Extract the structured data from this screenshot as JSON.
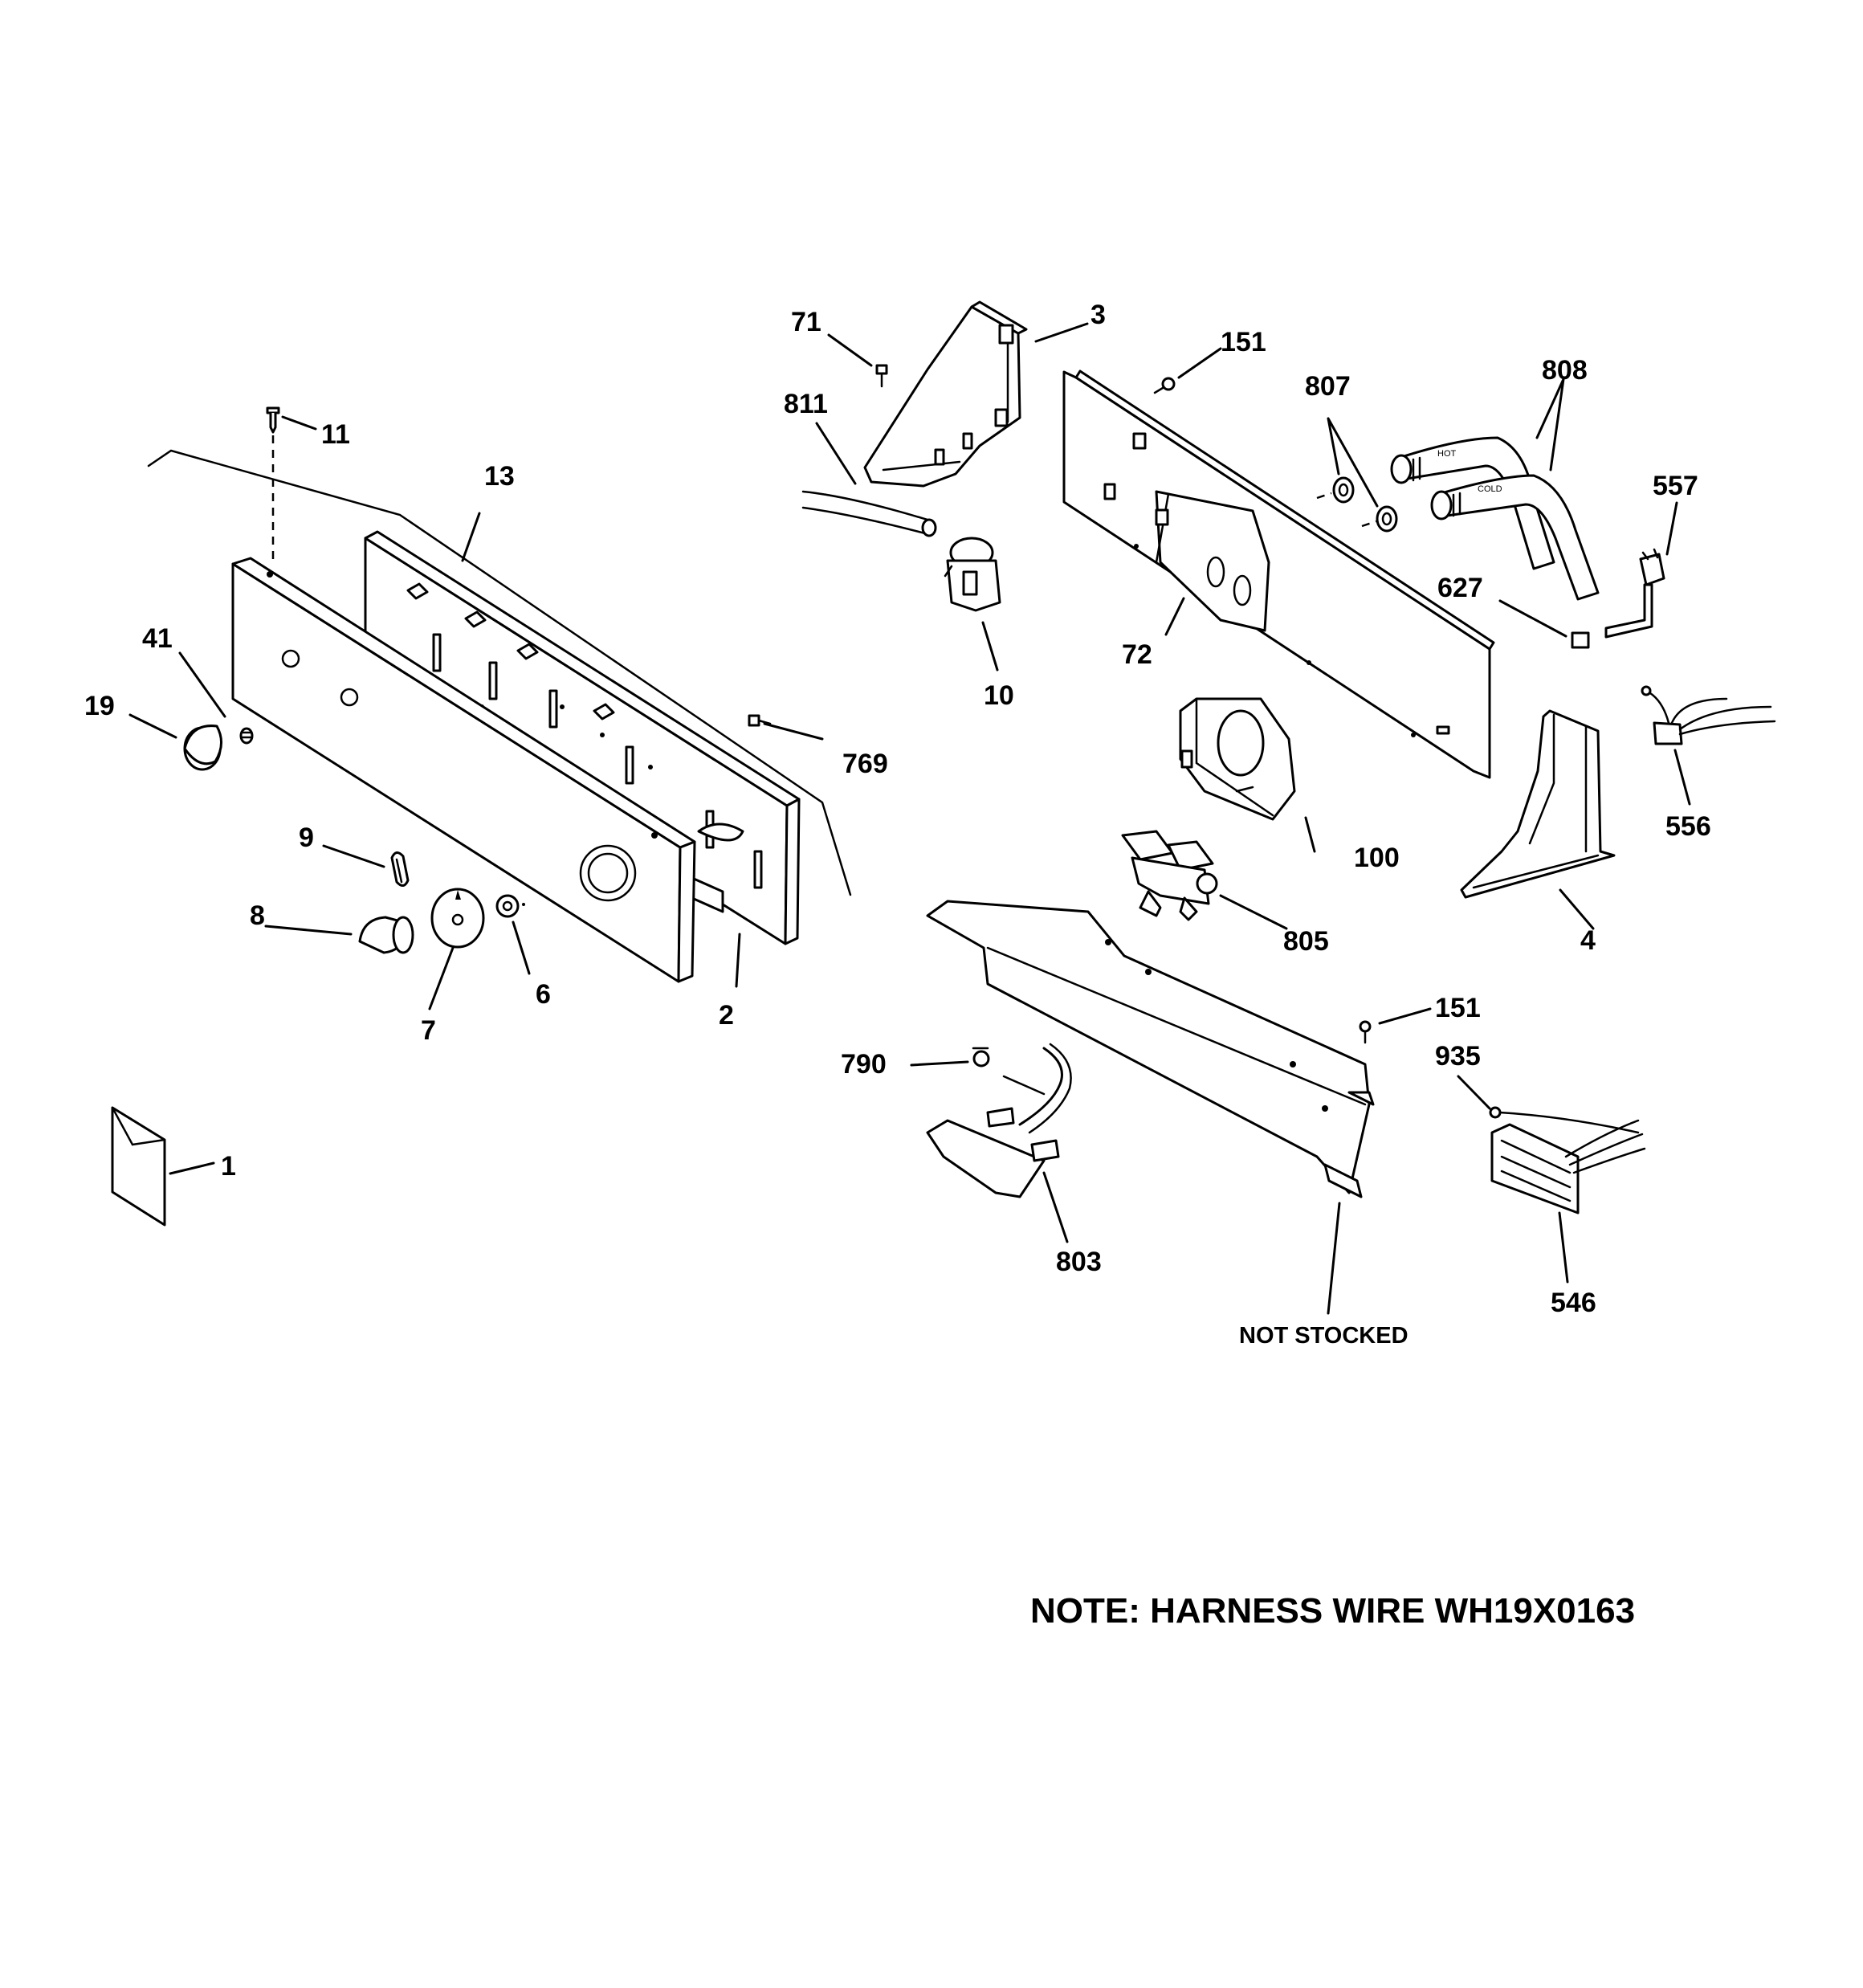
{
  "labels": {
    "p1": "1",
    "p2": "2",
    "p3": "3",
    "p4": "4",
    "p6": "6",
    "p7": "7",
    "p8": "8",
    "p9": "9",
    "p10": "10",
    "p11": "11",
    "p13": "13",
    "p19": "19",
    "p41": "41",
    "p71": "71",
    "p72": "72",
    "p100": "100",
    "p151a": "151",
    "p151b": "151",
    "p546": "546",
    "p556": "556",
    "p557": "557",
    "p627": "627",
    "p769": "769",
    "p790": "790",
    "p803": "803",
    "p805": "805",
    "p807": "807",
    "p808": "808",
    "p811": "811",
    "p935": "935"
  },
  "not_stocked": "NOT STOCKED",
  "hose_hot": "HOT",
  "hose_cold": "COLD",
  "note": "NOTE: HARNESS WIRE WH19X0163"
}
